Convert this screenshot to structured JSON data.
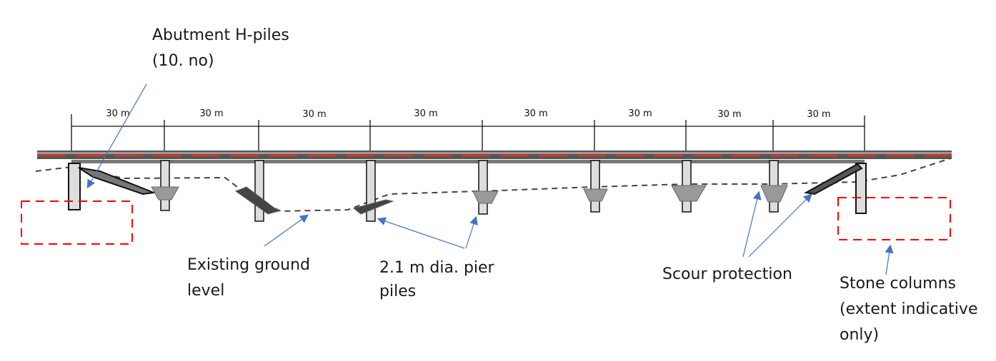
{
  "spans": [
    "30 m",
    "30 m",
    "30 m",
    "30 m",
    "30 m",
    "30 m",
    "30 m",
    "30 m"
  ],
  "labels": {
    "abutment": [
      "Abutment H-piles",
      "(10. no)"
    ],
    "ground": [
      "Existing ground",
      "level"
    ],
    "piles": [
      "2.1 m dia. pier",
      "piles"
    ],
    "scour": [
      "Scour protection"
    ],
    "stone": [
      "Stone columns",
      "(extent indicative",
      "only)"
    ]
  },
  "colors": {
    "arrow": "#4472C4",
    "stone_box": "#FF0000",
    "deck_line": "#E03020"
  }
}
